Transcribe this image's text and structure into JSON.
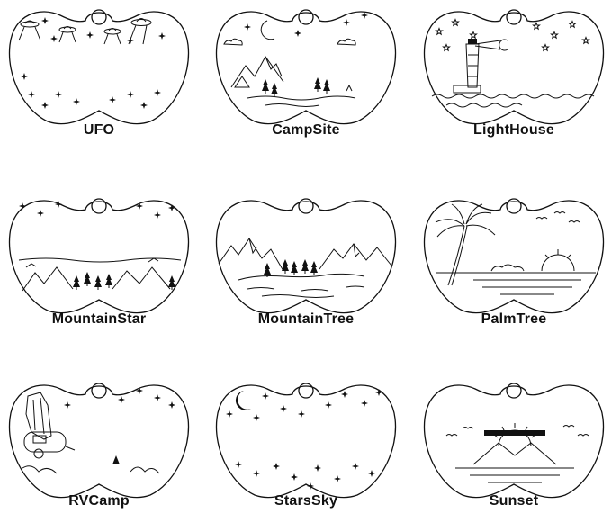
{
  "tags": [
    {
      "label": "UFO",
      "icon": "ufo-icon"
    },
    {
      "label": "CampSite",
      "icon": "campsite-icon"
    },
    {
      "label": "LightHouse",
      "icon": "lighthouse-icon"
    },
    {
      "label": "MountainStar",
      "icon": "mountain-star-icon"
    },
    {
      "label": "MountainTree",
      "icon": "mountain-tree-icon"
    },
    {
      "label": "PalmTree",
      "icon": "palm-tree-icon"
    },
    {
      "label": "RVCamp",
      "icon": "rv-camp-icon"
    },
    {
      "label": "StarsSky",
      "icon": "stars-sky-icon"
    },
    {
      "label": "Sunset",
      "icon": "sunset-icon"
    }
  ]
}
